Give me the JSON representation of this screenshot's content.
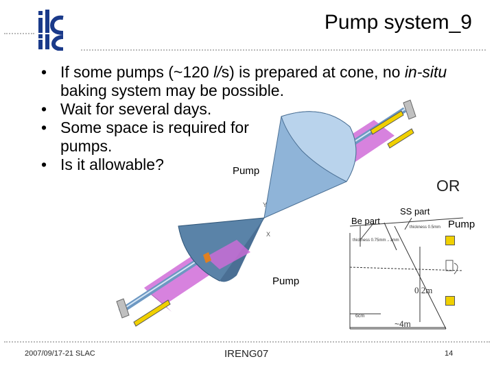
{
  "slide": {
    "title": "Pump system_9",
    "logo_text": "ilc",
    "bullets": {
      "b1_pre": "If some pumps (~120 ",
      "b1_unit": "l/",
      "b1_post": "s) is prepared at cone, no ",
      "b1_ital": "in-situ",
      "b1_rest": " baking system may be possible.",
      "b2": "Wait for several days.",
      "b3": "Some space is required for pumps.",
      "b4": "Is it allowable?"
    },
    "labels": {
      "pump_top": "Pump",
      "pump_bottom": "Pump",
      "pump_right": "Pump",
      "or": "OR"
    },
    "diagram": {
      "ss_part": "SS part",
      "be_part": "Be part",
      "thickness_ss": "thickness 0.5mm",
      "thickness_be": "thickness 0.75mm→1mm",
      "dim_02": "0.2m",
      "dim_6cm": "6cm",
      "dim_4m": "~4m",
      "axis_y": "Y",
      "axis_x": "X"
    },
    "footer": {
      "date": "2007/09/17-21  SLAC",
      "event": "IRENG07",
      "page": "14"
    },
    "colors": {
      "magenta_pump": "#d06cd8",
      "cone_blue": "#8fb4d8",
      "cone_dark": "#5a83a8",
      "pump_yellow": "#f0d000"
    }
  }
}
